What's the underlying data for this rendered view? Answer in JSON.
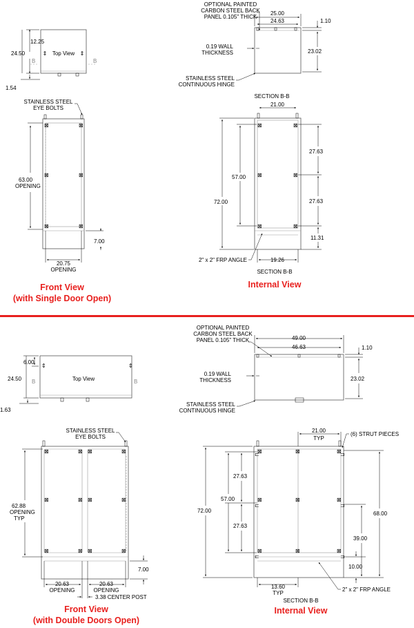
{
  "colors": {
    "caption": "#e8201e",
    "divider": "#e8201e",
    "line": "#000000",
    "enclosure": "#555555"
  },
  "top": {
    "front_view": {
      "dims": {
        "d_12_25": "12.25",
        "d_24_50": "24.50",
        "d_1_54": "1.54",
        "d_63_00": "63.00",
        "opening": "OPENING",
        "d_7_00": "7.00",
        "d_20_75": "20.75",
        "opening2": "OPENING"
      },
      "top_view_label": "Top View",
      "section_marker": "B",
      "eye_bolts_line1": "STAINLESS STEEL",
      "eye_bolts_line2": "EYE BOLTS",
      "caption_line1": "Front View",
      "caption_line2": "(with Single Door Open)"
    },
    "internal_view": {
      "back_panel_line1": "OPTIONAL PAINTED",
      "back_panel_line2": "CARBON STEEL BACK",
      "back_panel_line3": "PANEL 0.105\" THICK",
      "dims": {
        "d_25_00": "25.00",
        "d_24_63": "24.63",
        "d_1_10": "1.10",
        "d_23_02": "23.02",
        "d_21_00": "21.00",
        "d_27_63a": "27.63",
        "d_57_00": "57.00",
        "d_72_00": "72.00",
        "d_27_63b": "27.63",
        "d_11_31": "11.31",
        "d_19_26": "19.26"
      },
      "wall_line1": "0.19  WALL",
      "wall_line2": "THICKNESS",
      "hinge_line1": "STAINLESS STEEL",
      "hinge_line2": "CONTINUOUS HINGE",
      "section_title": "SECTION B-B",
      "frp_angle": "2\" x 2\" FRP ANGLE",
      "caption": "Internal View"
    }
  },
  "bottom": {
    "front_view": {
      "dims": {
        "d_6_00": "6.00",
        "d_24_50": "24.50",
        "d_1_63": "1.63",
        "d_62_88": "62.88",
        "opening": "OPENING",
        "typ": "TYP",
        "d_7_00": "7.00",
        "d_20_63a": "20.63",
        "opening_a": "OPENING",
        "d_20_63b": "20.63",
        "opening_b": "OPENING",
        "center_post": "3.38  CENTER POST"
      },
      "top_view_label": "Top View",
      "section_marker": "B",
      "eye_bolts_line1": "STAINLESS STEEL",
      "eye_bolts_line2": "EYE BOLTS",
      "caption_line1": "Front View",
      "caption_line2": "(with Double Doors Open)"
    },
    "internal_view": {
      "back_panel_line1": "OPTIONAL PAINTED",
      "back_panel_line2": "CARBON STEEL BACK",
      "back_panel_line3": "PANEL 0.105\" THICK",
      "dims": {
        "d_49_00": "49.00",
        "d_46_63": "46.63",
        "d_1_10": "1.10",
        "d_23_02": "23.02",
        "d_21_00": "21.00",
        "typ": "TYP",
        "d_27_63a": "27.63",
        "d_57_00": "57.00",
        "d_72_00": "72.00",
        "d_27_63b": "27.63",
        "d_68_00": "68.00",
        "d_39_00": "39.00",
        "d_10_00": "10.00",
        "d_13_60": "13.60",
        "typ2": "TYP"
      },
      "wall_line1": "0.19  WALL",
      "wall_line2": "THICKNESS",
      "hinge_line1": "STAINLESS STEEL",
      "hinge_line2": "CONTINUOUS HINGE",
      "strut_pieces": "(6) STRUT PIECES",
      "section_title": "SECTION B-B",
      "frp_angle": "2\" x 2\" FRP ANGLE",
      "caption": "Internal View"
    }
  }
}
